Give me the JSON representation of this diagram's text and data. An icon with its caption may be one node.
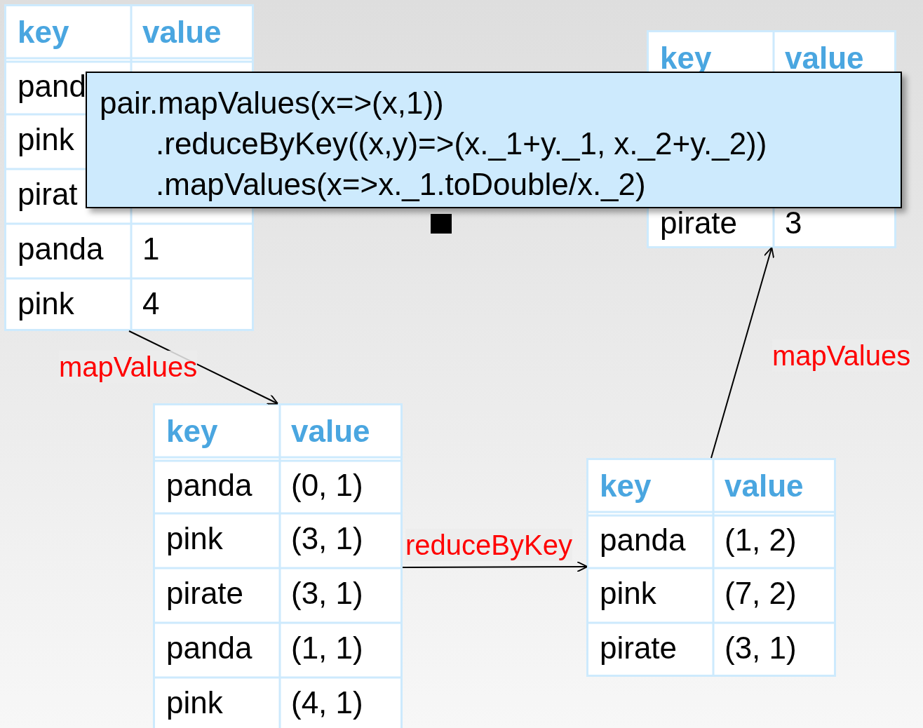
{
  "diagram": {
    "nodes": [
      {
        "text": [
          "key",
          "value",
          "pand",
          "pink",
          "pirat",
          "panda",
          "1",
          "pink",
          "4"
        ]
      },
      {
        "text": [
          "key",
          "value",
          "panda",
          "(0, 1)",
          "pink",
          "(3, 1)",
          "pirate",
          "(3, 1)",
          "panda",
          "(1, 1)",
          "pink",
          "(4, 1)"
        ]
      },
      {
        "text": [
          "key",
          "value",
          "panda",
          "(1, 2)",
          "pink",
          "(7, 2)",
          "pirate",
          "(3, 1)"
        ]
      },
      {
        "text": [
          "key",
          "value",
          "pirate",
          "3"
        ]
      },
      {
        "text": [
          "pair.mapValues(x=>(x,1))",
          ".reduceByKey((x,y)=>(x._1+y._1, x._2+y._2))",
          ".mapValues(x=>x._1.toDouble/x._2)"
        ]
      }
    ],
    "edges": [
      {
        "from": 0,
        "to": 1,
        "arrow": "to",
        "label": "mapValues"
      },
      {
        "from": 1,
        "to": 2,
        "arrow": "to",
        "label": "reduceByKey"
      },
      {
        "from": 2,
        "to": 3,
        "arrow": "to",
        "label": "mapValues"
      }
    ]
  }
}
